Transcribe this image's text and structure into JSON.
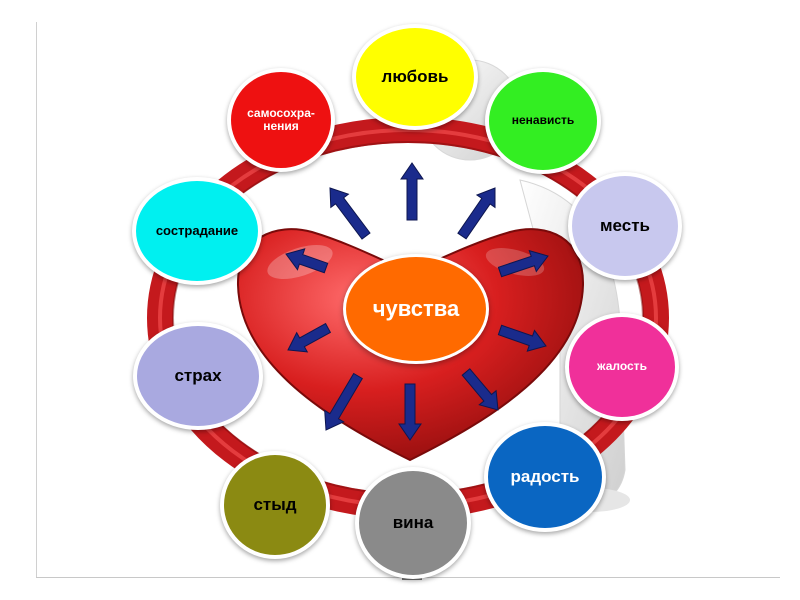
{
  "diagram": {
    "center": {
      "label": "чувства",
      "color": "#ff6a00"
    },
    "nodes": [
      {
        "id": "love",
        "label": "любовь",
        "color": "#ffff00",
        "text_color": "#000000"
      },
      {
        "id": "hatred",
        "label": "ненависть",
        "color": "#33ee22",
        "text_color": "#000000"
      },
      {
        "id": "revenge",
        "label": "месть",
        "color": "#c8c8ee",
        "text_color": "#000000"
      },
      {
        "id": "pity",
        "label": "жалость",
        "color": "#f0309a",
        "text_color": "#ffffff"
      },
      {
        "id": "joy",
        "label": "радость",
        "color": "#0a66c2",
        "text_color": "#ffffff"
      },
      {
        "id": "guilt",
        "label": "вина",
        "color": "#8a8a8a",
        "text_color": "#000000"
      },
      {
        "id": "shame",
        "label": "стыд",
        "color": "#8b8a12",
        "text_color": "#000000"
      },
      {
        "id": "fear",
        "label": "страх",
        "color": "#a9a9e0",
        "text_color": "#000000"
      },
      {
        "id": "compassion",
        "label": "сострадание",
        "color": "#00f0f0",
        "text_color": "#000000"
      },
      {
        "id": "self-preservation",
        "label": "самосохра-\nнения",
        "color": "#ee1111",
        "text_color": "#ffffff"
      }
    ],
    "arrow_color": "#1a2b8c",
    "heart_color": "#cc1d1d",
    "ring_color": "#c4191d"
  }
}
